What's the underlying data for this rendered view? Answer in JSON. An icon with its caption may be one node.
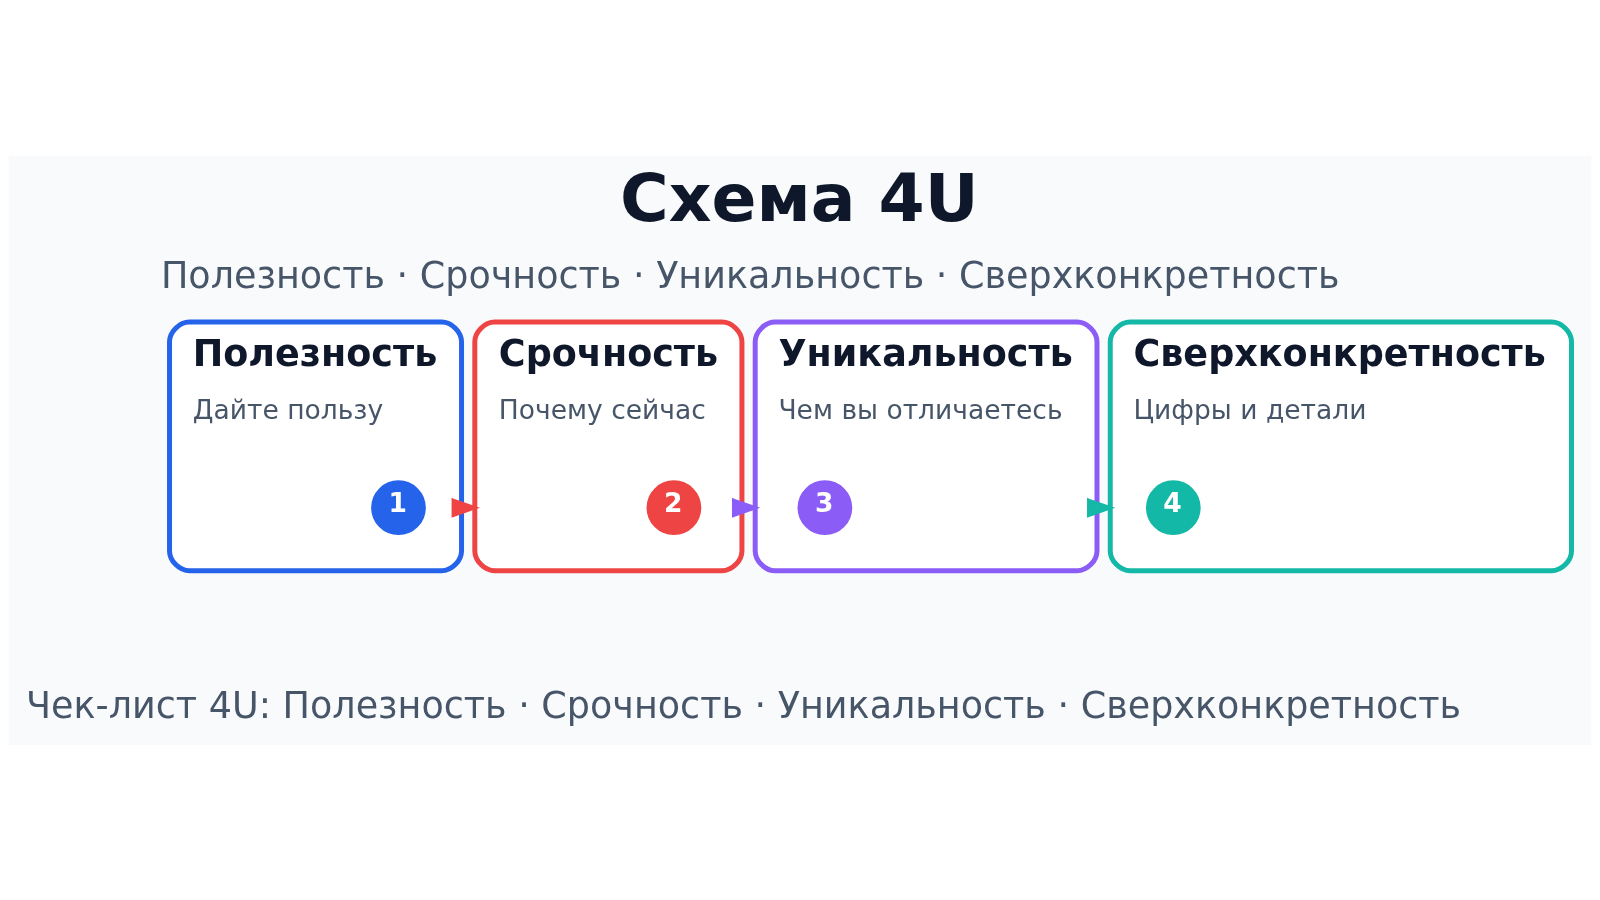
{
  "diagram": {
    "title": "Схема 4U",
    "caption": "Чек-лист 4U: Полезность · Срочность · Уникальность · Сверхконкретность",
    "nodes": [
      {
        "text": [
          "Полезность",
          "Дайте пользу"
        ]
      },
      {
        "text": [
          "1"
        ],
        "in": 0
      },
      {
        "text": [
          "Срочность",
          "Почему сейчас"
        ]
      },
      {
        "text": [
          "2"
        ],
        "in": 2
      },
      {
        "text": [
          "Уникальность",
          "Чем вы отличаетесь"
        ]
      },
      {
        "text": [
          "3"
        ],
        "in": 4
      },
      {
        "text": [
          "Сверхконкретность",
          "Цифры и детали"
        ]
      },
      {
        "text": [
          "4"
        ],
        "in": 6
      }
    ],
    "edges": [
      {
        "from": 0,
        "to": 2,
        "arrow": "to",
        "color": "#ef4444"
      },
      {
        "from": 2,
        "to": 4,
        "arrow": "to",
        "color": "#8b5cf6"
      },
      {
        "from": 4,
        "to": 6,
        "arrow": "to",
        "color": "#14b8a6"
      }
    ],
    "labels": [
      "Полезность · Срочность · Уникальность · Сверхконкретность"
    ]
  }
}
